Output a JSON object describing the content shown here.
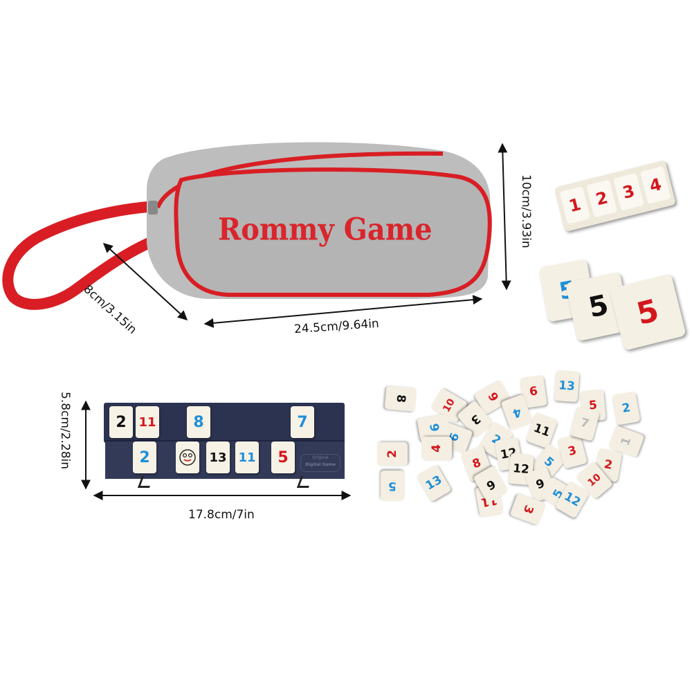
{
  "bag": {
    "brand_text": "Rommy Game"
  },
  "dimensions": {
    "bag_depth": "8cm/3.15in",
    "bag_length": "24.5cm/9.64in",
    "bag_height": "10cm/3.93in",
    "rack_height": "5.8cm/2.28in",
    "rack_length": "17.8cm/7in"
  },
  "strip_tiles": [
    "1",
    "2",
    "3",
    "4"
  ],
  "five_tiles": [
    "5",
    "5",
    "5"
  ],
  "rack": {
    "top_row": [
      "2",
      "11",
      "8",
      "7"
    ],
    "bottom_row": [
      "2",
      "13",
      "11",
      "5"
    ],
    "face_icon": "smiley-face-icon",
    "logo_text": [
      "Original",
      "Digital Game"
    ]
  },
  "pile": [
    "13",
    "6",
    "8",
    "10",
    "9",
    "4",
    "5",
    "2",
    "3",
    "6",
    "9",
    "11",
    "2",
    "12",
    "4",
    "5",
    "8",
    "12",
    "3",
    "2",
    "10",
    "5",
    "13",
    "9",
    "11",
    "2",
    "5",
    "3",
    "12",
    "6",
    "1",
    "7"
  ],
  "colors": {
    "red": "#d4171c",
    "blue": "#1f8fd8",
    "black": "#111111",
    "bag_grey": "#b8b8b8",
    "rack_navy": "#2b3350"
  }
}
